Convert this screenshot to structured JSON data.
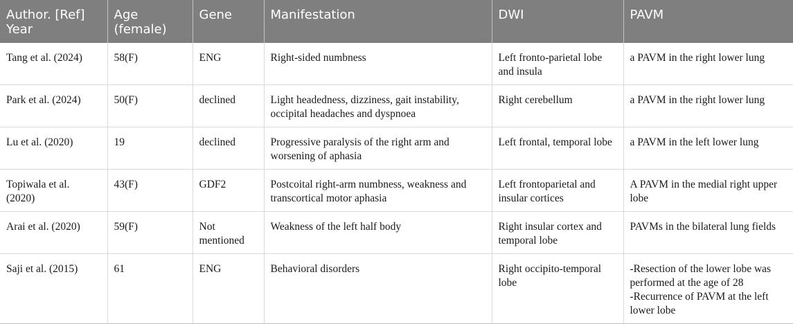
{
  "table": {
    "headers": [
      "Author. [Ref]\nYear",
      "Age\n(female)",
      "Gene",
      "Manifestation",
      "DWI",
      "PAVM"
    ],
    "rows": [
      [
        "Tang et al. (2024)",
        "58(F)",
        "ENG",
        "Right-sided numbness",
        "Left fronto-parietal lobe and insula",
        "a PAVM in the right lower lung"
      ],
      [
        "Park et al. (2024)",
        "50(F)",
        "declined",
        "Light headedness, dizziness, gait instability, occipital headaches and dyspnoea",
        "Right cerebellum",
        "a PAVM in the right lower lung"
      ],
      [
        "Lu et al. (2020)",
        "19",
        "declined",
        "Progressive paralysis of the right arm and worsening of aphasia",
        "Left frontal, temporal lobe",
        "a PAVM in the left lower lung"
      ],
      [
        "Topiwala et al. (2020)",
        "43(F)",
        "GDF2",
        "Postcoital right-arm numbness, weakness and transcortical motor aphasia",
        "Left frontoparietal and insular cortices",
        "A PAVM in the medial right upper lobe"
      ],
      [
        "Arai et al. (2020)",
        "59(F)",
        "Not mentioned",
        "Weakness of the left half body",
        "Right insular cortex and temporal lobe",
        "PAVMs in the bilateral lung fields"
      ],
      [
        "Saji et al. (2015)",
        "61",
        "ENG",
        "Behavioral disorders",
        "Right occipito-temporal lobe",
        "-Resection of the lower lobe was performed at the age of 28\n-Recurrence of PAVM at the left lower lobe"
      ]
    ]
  }
}
